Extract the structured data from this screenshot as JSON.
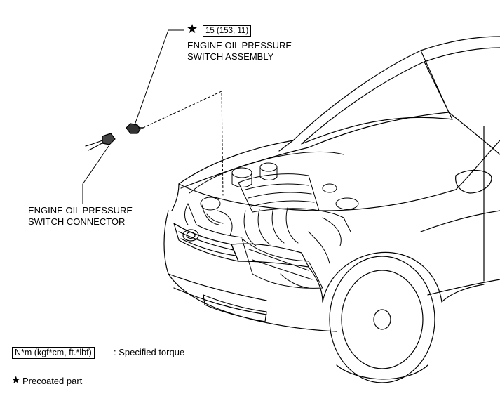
{
  "callouts": {
    "switch_assembly": {
      "torque": "15 (153, 11)",
      "label_line1": "ENGINE OIL PRESSURE",
      "label_line2": "SWITCH ASSEMBLY"
    },
    "switch_connector": {
      "label_line1": "ENGINE OIL PRESSURE",
      "label_line2": "SWITCH CONNECTOR"
    }
  },
  "legend": {
    "torque_unit": "N*m (kgf*cm, ft.*lbf)",
    "torque_desc": ": Specified torque",
    "precoated_desc": "Precoated part"
  },
  "symbols": {
    "star": "★"
  },
  "icons": {
    "star": "star-icon"
  }
}
